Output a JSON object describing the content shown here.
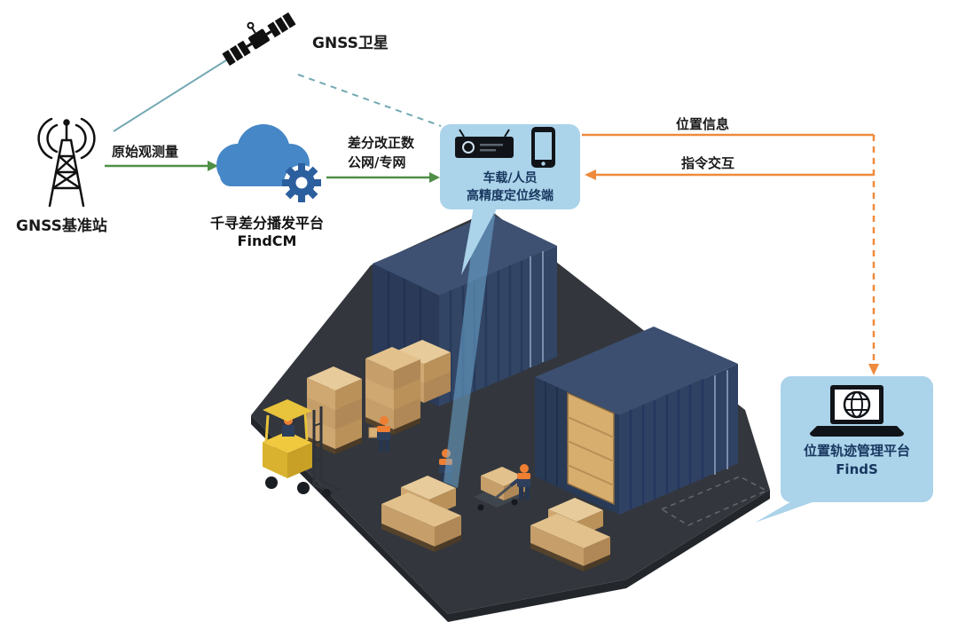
{
  "colors": {
    "link_teal": "#74a9b4",
    "flow_green": "#4f8f46",
    "flow_orange": "#ef8a3c",
    "callout_bg": "#abd3ea",
    "callout_text": "#17375e",
    "cloud_blue": "#4587c7",
    "gear_blue": "#2c5f9e"
  },
  "satellite": {
    "label": "GNSS卫星"
  },
  "base_station": {
    "label": "GNSS基准站"
  },
  "cloud_platform": {
    "name": "千寻差分播发平台",
    "product": "FindCM"
  },
  "flows": {
    "raw_observation": "原始观测量",
    "diff_correction": "差分改正数",
    "network": "公网/专网",
    "position_info": "位置信息",
    "command_interaction": "指令交互"
  },
  "terminal": {
    "line1": "车载/人员",
    "line2": "高精度定位终端"
  },
  "management_platform": {
    "name": "位置轨迹管理平台",
    "product": "FindS"
  }
}
